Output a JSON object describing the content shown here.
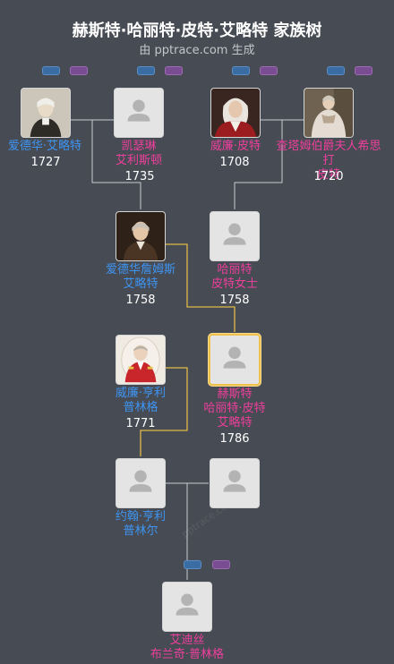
{
  "header": {
    "title": "赫斯特·哈丽特·皮特·艾略特 家族树",
    "subtitle": "由 pptrace.com 生成"
  },
  "watermark": "pptrace.com",
  "colors": {
    "background": "#474b53",
    "male": "#3e94f2",
    "female": "#ee3f9c",
    "line": "#c9cbcf",
    "highlight_line": "#e1b94a"
  },
  "people": {
    "p1": {
      "name": "爱德华·艾略特",
      "year": "1727",
      "gender": "male",
      "photo": "portrait"
    },
    "p2": {
      "name": "凯瑟琳\n艾利斯顿",
      "year": "1735",
      "gender": "female",
      "photo": "placeholder"
    },
    "p3": {
      "name": "威廉·皮特",
      "year": "1708",
      "gender": "female",
      "photo": "portrait"
    },
    "p4": {
      "name": "查塔姆伯爵夫人希思打\n皮特",
      "year": "1720",
      "gender": "female",
      "photo": "portrait"
    },
    "p5": {
      "name": "爱德华詹姆斯\n艾略特",
      "year": "1758",
      "gender": "male",
      "photo": "portrait"
    },
    "p6": {
      "name": "哈丽特\n皮特女士",
      "year": "1758",
      "gender": "female",
      "photo": "placeholder"
    },
    "p7": {
      "name": "威廉·亨利\n普林格",
      "year": "1771",
      "gender": "male",
      "photo": "portrait"
    },
    "p8": {
      "name": "赫斯特\n哈丽特·皮特\n艾略特",
      "year": "1786",
      "gender": "female",
      "photo": "placeholder",
      "highlight": true
    },
    "p9": {
      "name": "约翰·亨利\n普林尔",
      "year": "",
      "gender": "male",
      "photo": "placeholder"
    },
    "p10": {
      "name": "",
      "year": "",
      "gender": "female",
      "photo": "placeholder"
    },
    "p11": {
      "name": "艾迪丝\n布兰奇·普林格",
      "year": "",
      "gender": "female",
      "photo": "placeholder"
    }
  },
  "icons": {
    "placeholder": "person-silhouette-icon",
    "blue_marker": "blue-tag-icon",
    "purple_marker": "purple-tag-icon"
  }
}
